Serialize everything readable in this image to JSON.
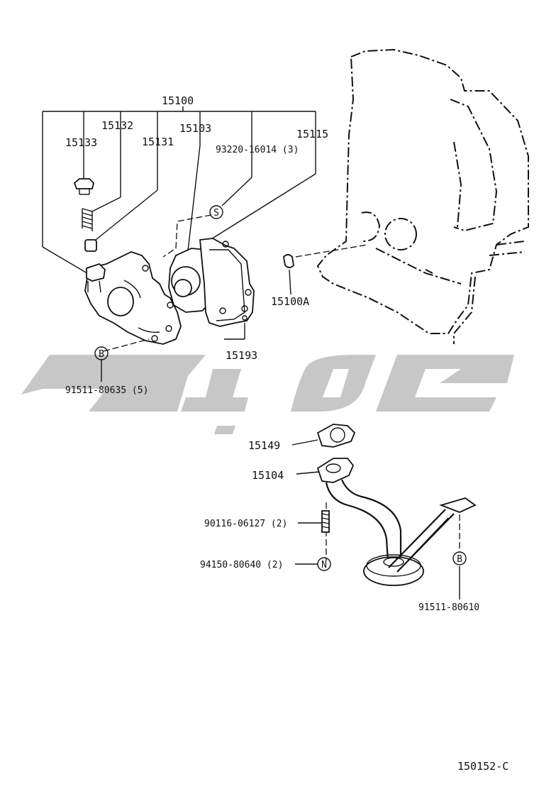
{
  "parts": {
    "assembly": "15100",
    "p15133": "15133",
    "p15132": "15132",
    "p15131": "15131",
    "p15103": "15103",
    "p15115": "15115",
    "bolt_s": "93220-16014 (3)",
    "p15100a": "15100A",
    "p15193": "15193",
    "bolt_b1": "91511-80635 (5)",
    "p15149": "15149",
    "p15104": "15104",
    "stud": "90116-06127 (2)",
    "nut": "94150-80640 (2)",
    "bolt_b2": "91511-80610"
  },
  "markers": {
    "s": "S",
    "b": "B",
    "n": "N"
  },
  "footer": {
    "diagram_code": "150152-C"
  },
  "colors": {
    "line": "#111111",
    "watermark": "#bdbdbd",
    "background": "#ffffff"
  }
}
